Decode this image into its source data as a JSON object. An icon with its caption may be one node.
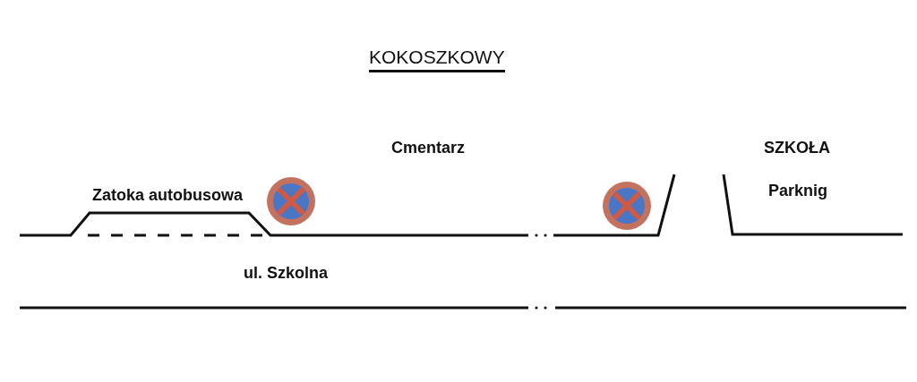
{
  "diagram": {
    "title": "KOKOSZKOWY",
    "labels": [
      "Cmentarz",
      "SZKOŁA",
      "Zatoka autobusowa",
      "Parknig",
      "ul. Szkolna"
    ]
  }
}
